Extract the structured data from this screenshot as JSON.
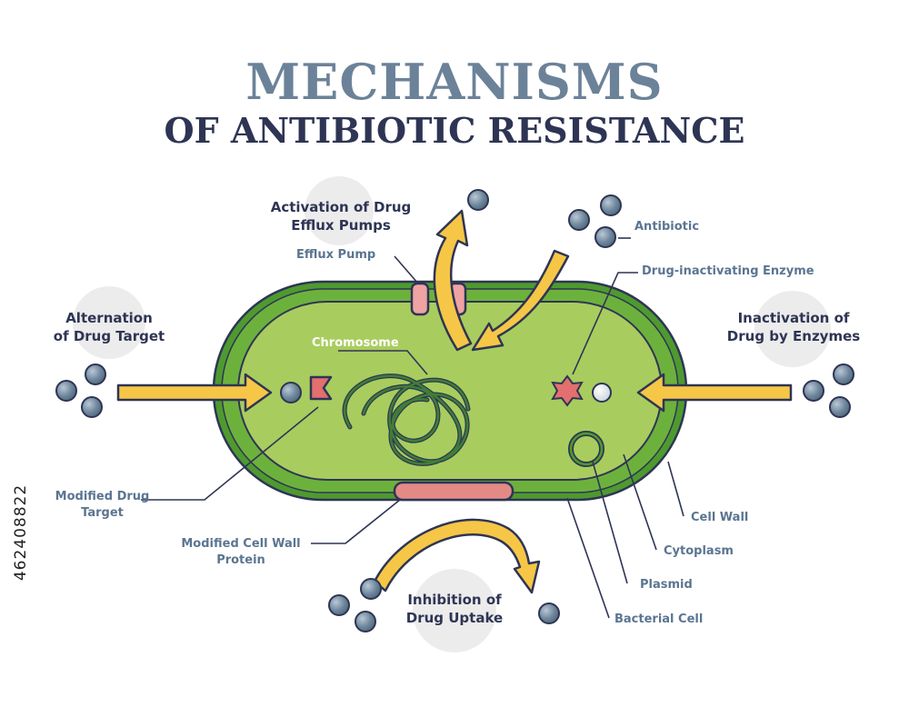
{
  "title": {
    "main": "MECHANISMS",
    "sub": "OF ANTIBIOTIC RESISTANCE"
  },
  "mechanisms": {
    "efflux": [
      "Activation of Drug",
      "Efflux Pumps"
    ],
    "target": [
      "Alternation",
      "of Drug Target"
    ],
    "enzymes": [
      "Inactivation of",
      "Drug by Enzymes"
    ],
    "uptake": [
      "Inhibition of",
      "Drug Uptake"
    ]
  },
  "labels": {
    "efflux_pump": "Efflux Pump",
    "antibiotic": "Antibiotic",
    "enzyme": "Drug-inactivating Enzyme",
    "chromosome": "Chromosome",
    "modified_target": [
      "Modified Drug",
      "Target"
    ],
    "cell_wall_protein": [
      "Modified Cell Wall",
      "Protein"
    ],
    "cell_wall": "Cell Wall",
    "cytoplasm": "Cytoplasm",
    "plasmid": "Plasmid",
    "bacterial_cell": "Bacterial Cell"
  },
  "watermark_id": "462408822",
  "colors": {
    "cell_outer": "#4e9a2f",
    "cell_wall_band": "#6db13d",
    "cytoplasm": "#a9cc5f",
    "arrow": "#f6c646",
    "molecule": "#6f879c",
    "pump": "#f0a3a3",
    "chromosome": "#3f7e36",
    "heading": "#2e3554",
    "label": "#5b7591"
  }
}
